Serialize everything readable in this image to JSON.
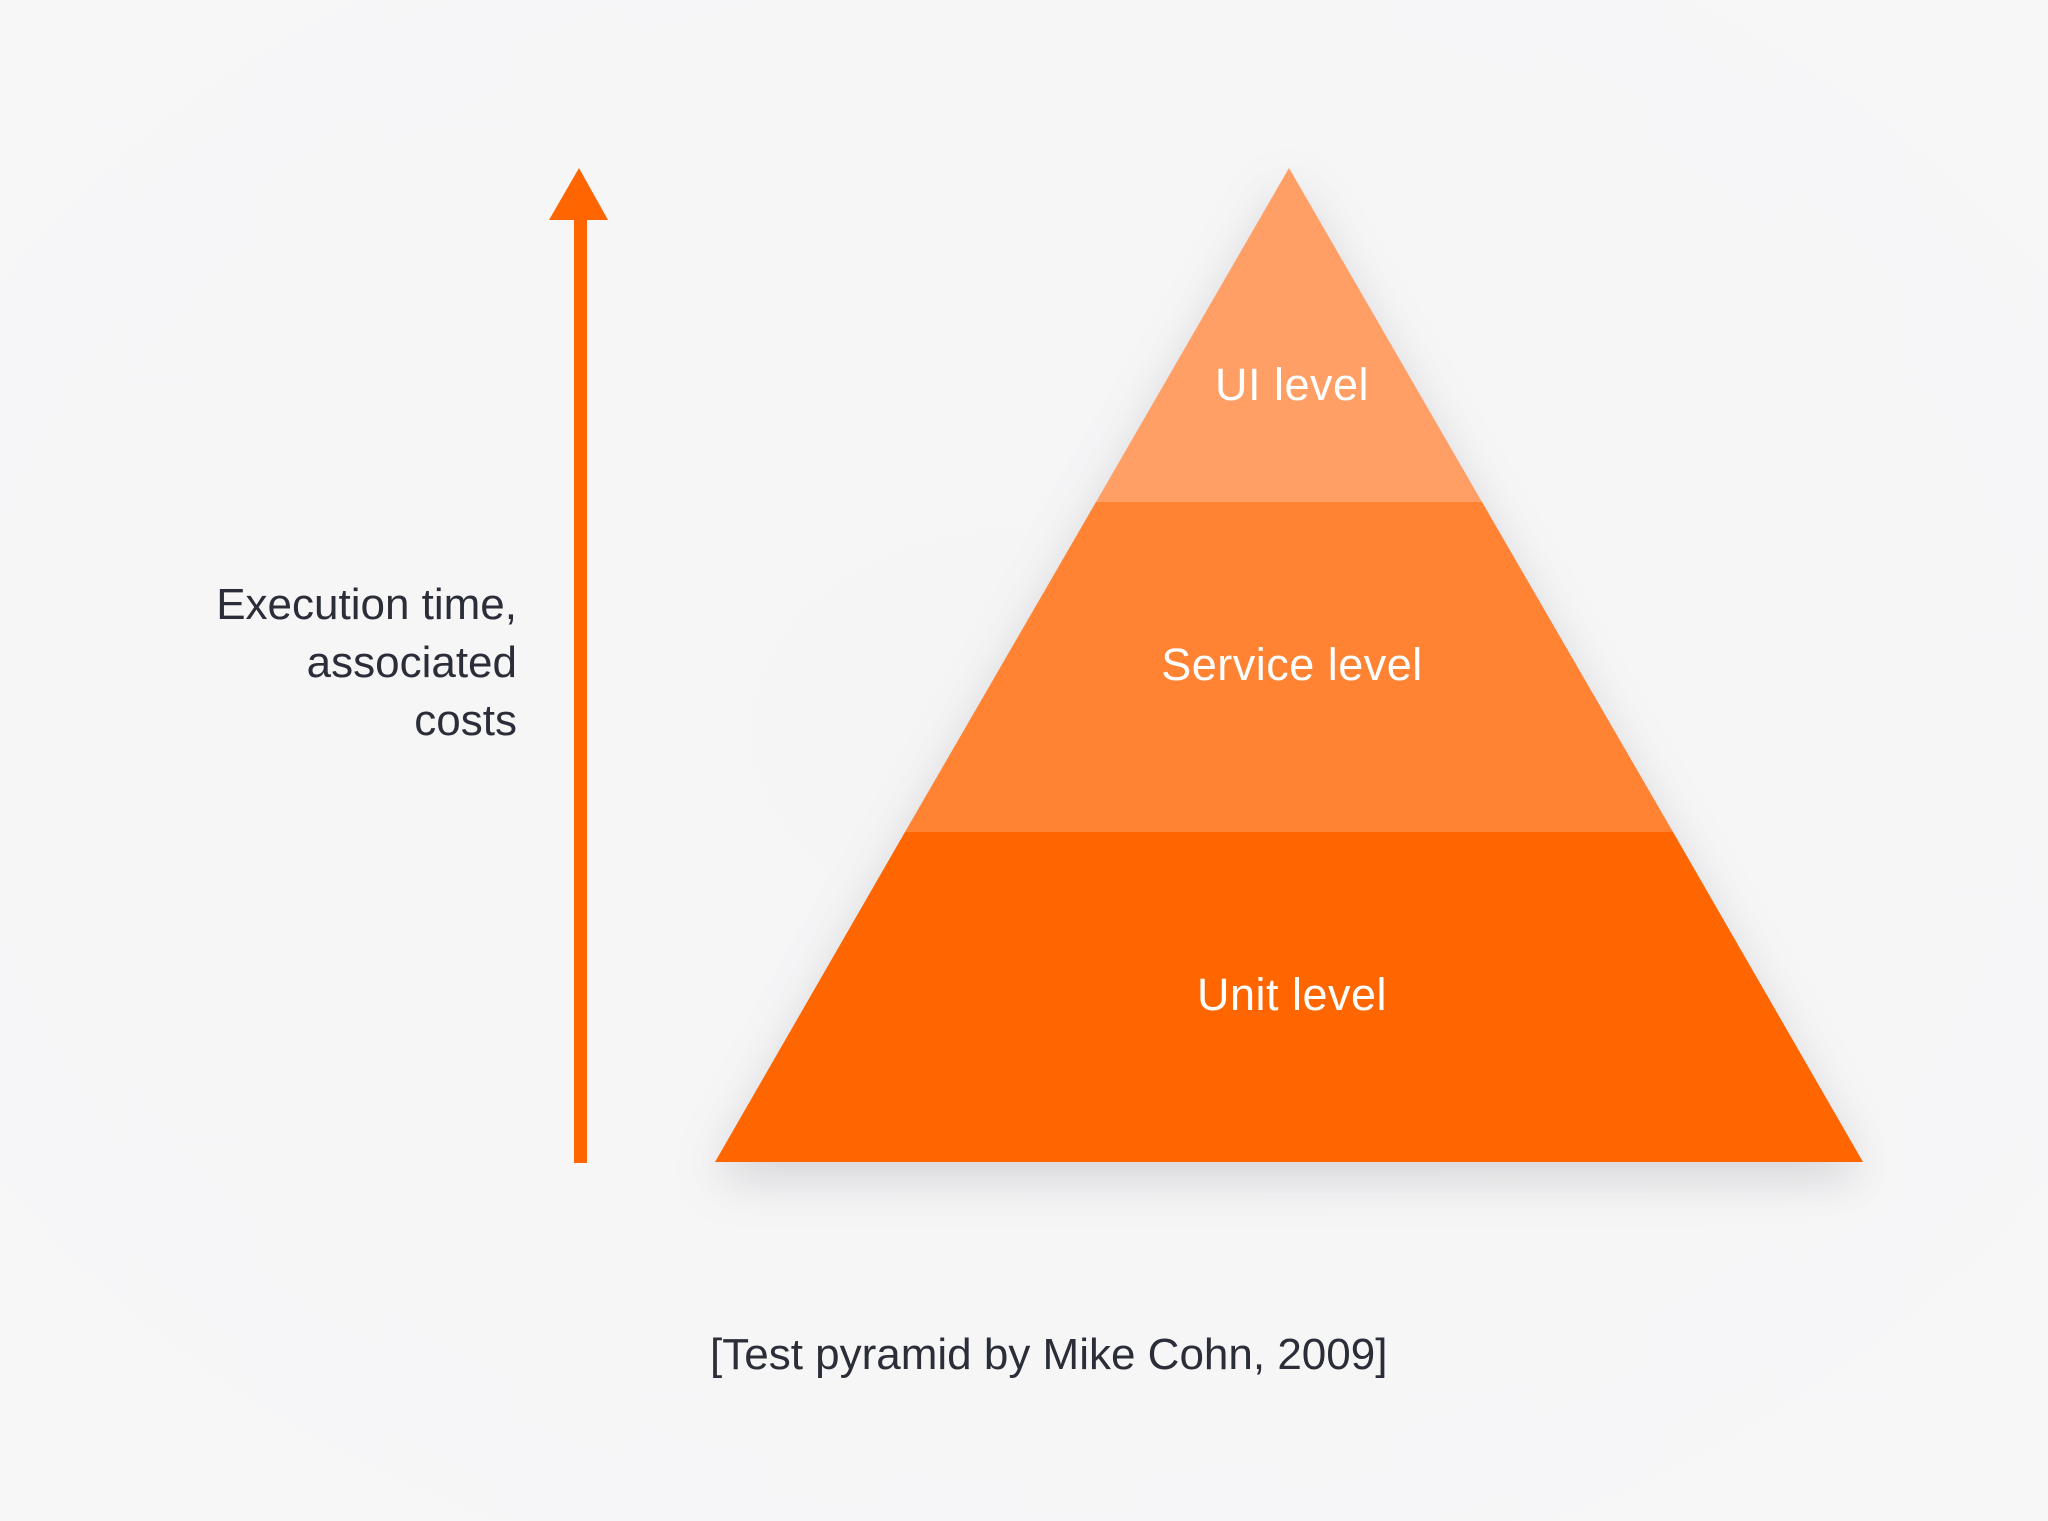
{
  "axis": {
    "label_lines": [
      "Execution time,",
      "associated",
      "costs"
    ],
    "arrow_color": "#FF6602"
  },
  "pyramid": {
    "levels": [
      {
        "label": "UI level",
        "color": "#FF9F66"
      },
      {
        "label": "Service level",
        "color": "#FF8332"
      },
      {
        "label": "Unit level",
        "color": "#FF6600"
      }
    ]
  },
  "caption": {
    "text": "[Test pyramid by Mike Cohn, 2009]"
  },
  "colors": {
    "text": "#2B2E38",
    "background": "#F7F7F8"
  }
}
